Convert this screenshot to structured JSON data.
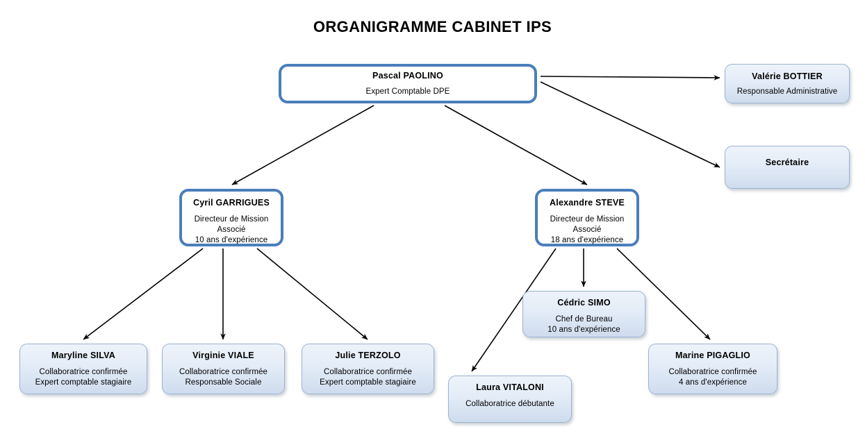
{
  "title": "ORGANIGRAMME CABINET IPS",
  "colors": {
    "primary_border": "#4a7ebb",
    "staff_border": "#9bb4cf",
    "staff_fill_top": "#eef3fa",
    "staff_fill_bottom": "#cfdcee",
    "connector": "#000000",
    "text": "#000000"
  },
  "nodes": {
    "root": {
      "name": "Pascal PAOLINO",
      "line1": "Expert Comptable DPE"
    },
    "bottier": {
      "name": "Valérie BOTTIER",
      "line1": "Responsable Administrative"
    },
    "secretaire": {
      "name": "Secrétaire"
    },
    "garrigues": {
      "name": "Cyril GARRIGUES",
      "line1": "Directeur de Mission",
      "line2": "Associé",
      "line3": "10 ans d'expérience"
    },
    "steve": {
      "name": "Alexandre STEVE",
      "line1": "Directeur de Mission",
      "line2": "Associé",
      "line3": "18 ans d'expérience"
    },
    "silva": {
      "name": "Maryline SILVA",
      "line1": "Collaboratrice confirmée",
      "line2": "Expert comptable stagiaire"
    },
    "viale": {
      "name": "Virginie VIALE",
      "line1": "Collaboratrice confirmée",
      "line2": "Responsable Sociale"
    },
    "terzolo": {
      "name": "Julie TERZOLO",
      "line1": "Collaboratrice confirmée",
      "line2": "Expert comptable stagiaire"
    },
    "simo": {
      "name": "Cédric SIMO",
      "line1": "Chef de Bureau",
      "line2": "10 ans d'expérience"
    },
    "vitaloni": {
      "name": "Laura VITALONI",
      "line1": "Collaboratrice débutante"
    },
    "pigaglio": {
      "name": "Marine PIGAGLIO",
      "line1": "Collaboratrice confirmée",
      "line2": "4 ans d'expérience"
    }
  },
  "connectors": [
    {
      "from": "root",
      "to": "bottier"
    },
    {
      "from": "root",
      "to": "secretaire"
    },
    {
      "from": "root",
      "to": "garrigues"
    },
    {
      "from": "root",
      "to": "steve"
    },
    {
      "from": "garrigues",
      "to": "silva"
    },
    {
      "from": "garrigues",
      "to": "viale"
    },
    {
      "from": "garrigues",
      "to": "terzolo"
    },
    {
      "from": "steve",
      "to": "vitaloni"
    },
    {
      "from": "steve",
      "to": "simo"
    },
    {
      "from": "steve",
      "to": "pigaglio"
    }
  ]
}
